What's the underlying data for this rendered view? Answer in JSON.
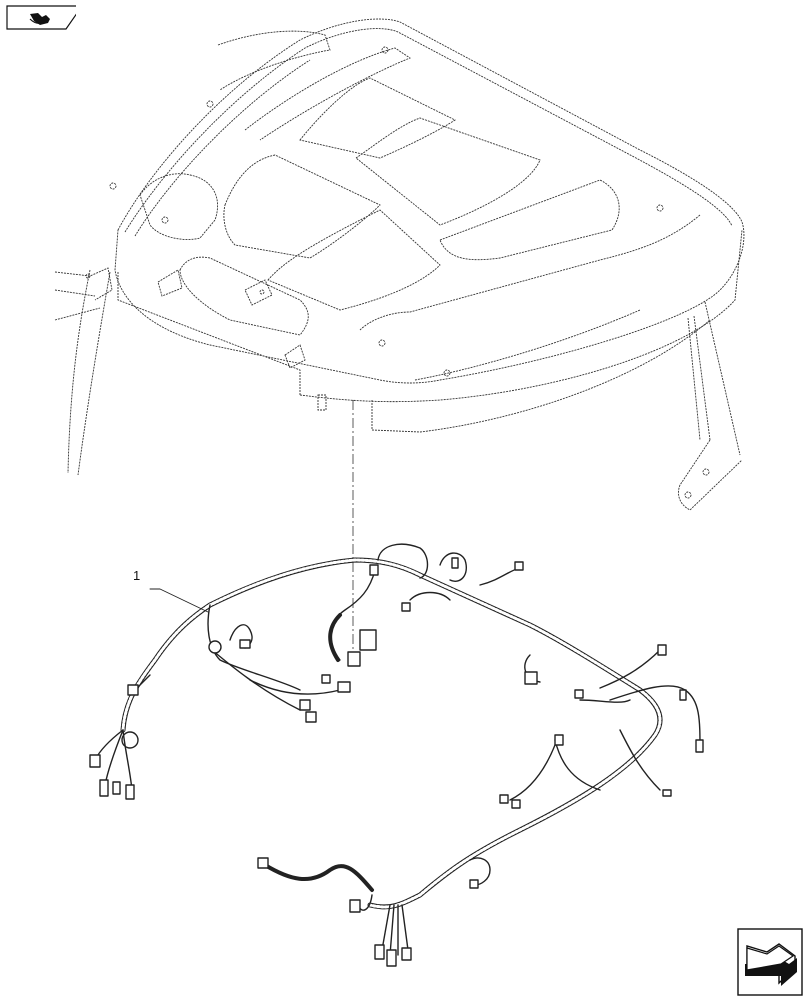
{
  "diagram": {
    "type": "exploded parts view",
    "subject": "cab roof with roof wiring harness",
    "callouts": [
      {
        "number": "1",
        "label_text": "1",
        "target": "wiring-harness"
      }
    ],
    "components": [
      {
        "id": "cab-roof",
        "description": "cab roof panel with molded recesses and fasteners"
      },
      {
        "id": "front-left-pillar",
        "description": "left cab pillar"
      },
      {
        "id": "rear-right-pillar",
        "description": "right cab pillar with mounting bracket"
      },
      {
        "id": "wiring-harness",
        "description": "braided roof wiring harness with branch connectors"
      },
      {
        "id": "alignment-line",
        "description": "dash-dot centerline from roof connector to harness"
      }
    ],
    "nav_icons": {
      "top_left": "book-with-hand-icon",
      "bottom_right": "back-arrow-icon"
    },
    "colors": {
      "line": "#222222",
      "background": "#ffffff"
    }
  }
}
